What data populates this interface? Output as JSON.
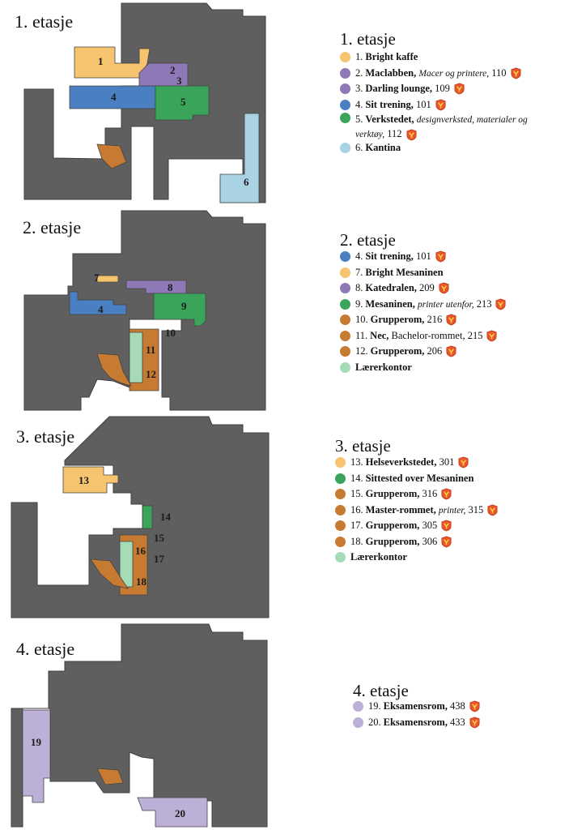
{
  "colors": {
    "building": "#5f5f5f",
    "yellow": "#f6c36f",
    "purple": "#8f78b6",
    "blue": "#4a7fc1",
    "green": "#3aa55a",
    "lightblue": "#a9d3e3",
    "brown": "#c77a32",
    "lightgreen": "#a6dbb5",
    "lavender": "#bcb0d6",
    "badge": "#e8562a"
  },
  "floors": [
    {
      "map_title": "1. etasje",
      "legend_title": "1. etasje",
      "map_labels": [
        "1",
        "2",
        "3",
        "4",
        "5",
        "6"
      ],
      "items": [
        {
          "color": "yellow",
          "num": "1.",
          "name": "Bright kaffe",
          "desc": "",
          "room": "",
          "badge": false
        },
        {
          "color": "purple",
          "num": "2.",
          "name": "Maclabben,",
          "desc": "Macer og printere,",
          "room": "110",
          "badge": true
        },
        {
          "color": "purple",
          "num": "3.",
          "name": "Darling lounge,",
          "desc": "",
          "room": "109",
          "badge": true
        },
        {
          "color": "blue",
          "num": "4.",
          "name": "Sit trening,",
          "desc": "",
          "room": "101",
          "badge": true
        },
        {
          "color": "green",
          "num": "5.",
          "name": "Verkstedet,",
          "desc": "designverksted, materialer og verktøy,",
          "room": "112",
          "badge": true
        },
        {
          "color": "lightblue",
          "num": "6.",
          "name": "Kantina",
          "desc": "",
          "room": "",
          "badge": false
        }
      ]
    },
    {
      "map_title": "2. etasje",
      "legend_title": "2. etasje",
      "map_labels": [
        "7",
        "8",
        "4",
        "9",
        "10",
        "11",
        "12"
      ],
      "items": [
        {
          "color": "blue",
          "num": "4.",
          "name": "Sit trening,",
          "desc": "",
          "room": "101",
          "badge": true
        },
        {
          "color": "yellow",
          "num": "7.",
          "name": "Bright Mesaninen",
          "desc": "",
          "room": "",
          "badge": false
        },
        {
          "color": "purple",
          "num": "8.",
          "name": "Katedralen,",
          "desc": "",
          "room": "209",
          "badge": true
        },
        {
          "color": "green",
          "num": "9.",
          "name": "Mesaninen,",
          "desc": "printer utenfor,",
          "room": "213",
          "badge": true
        },
        {
          "color": "brown",
          "num": "10.",
          "name": "Grupperom,",
          "desc": "",
          "room": "216",
          "badge": true
        },
        {
          "color": "brown",
          "num": "11.",
          "name": "Nec,",
          "desc": "",
          "room": "Bachelor-rommet, 215",
          "badge": true
        },
        {
          "color": "brown",
          "num": "12.",
          "name": "Grupperom,",
          "desc": "",
          "room": "206",
          "badge": true
        },
        {
          "color": "lightgreen",
          "num": "",
          "name": "Lærerkontor",
          "desc": "",
          "room": "",
          "badge": false
        }
      ]
    },
    {
      "map_title": "3. etasje",
      "legend_title": "3. etasje",
      "map_labels": [
        "13",
        "14",
        "15",
        "16",
        "17",
        "18"
      ],
      "items": [
        {
          "color": "yellow",
          "num": "13.",
          "name": "Helseverkstedet,",
          "desc": "",
          "room": "301",
          "badge": true
        },
        {
          "color": "green",
          "num": "14.",
          "name": "Sittested over Mesaninen",
          "desc": "",
          "room": "",
          "badge": false
        },
        {
          "color": "brown",
          "num": "15.",
          "name": "Grupperom,",
          "desc": "",
          "room": "316",
          "badge": true
        },
        {
          "color": "brown",
          "num": "16.",
          "name": "Master-rommet,",
          "desc": "printer,",
          "room": "315",
          "badge": true
        },
        {
          "color": "brown",
          "num": "17.",
          "name": "Grupperom,",
          "desc": "",
          "room": "305",
          "badge": true
        },
        {
          "color": "brown",
          "num": "18.",
          "name": "Grupperom,",
          "desc": "",
          "room": "306",
          "badge": true
        },
        {
          "color": "lightgreen",
          "num": "",
          "name": "Lærerkontor",
          "desc": "",
          "room": "",
          "badge": false
        }
      ]
    },
    {
      "map_title": "4. etasje",
      "legend_title": "4. etasje",
      "map_labels": [
        "19",
        "20"
      ],
      "items": [
        {
          "color": "lavender",
          "num": "19.",
          "name": "Eksamensrom,",
          "desc": "",
          "room": "438",
          "badge": true
        },
        {
          "color": "lavender",
          "num": "20.",
          "name": "Eksamensrom,",
          "desc": "",
          "room": "433",
          "badge": true
        }
      ]
    }
  ]
}
